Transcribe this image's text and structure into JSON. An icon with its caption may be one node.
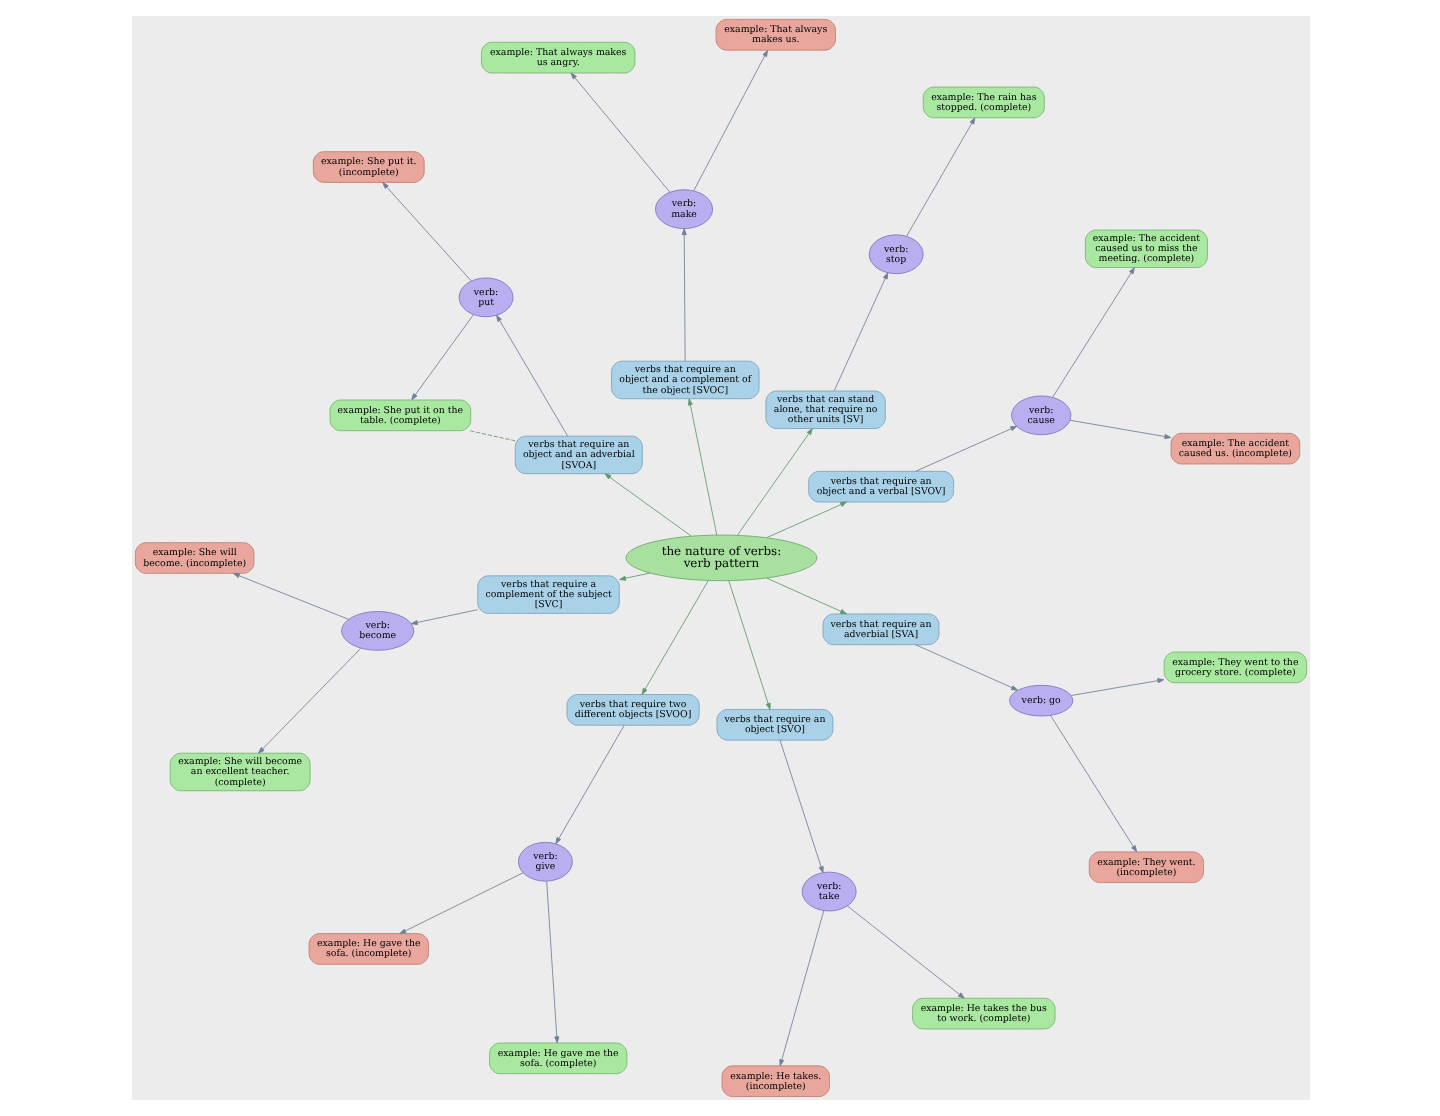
{
  "diagram": {
    "nodes": [
      {
        "text": [
          "the nature of verbs: verb pattern"
        ]
      },
      {
        "text": [
          "verbs that require an object and a verbal [SVOV]"
        ]
      },
      {
        "text": [
          "verb: cause"
        ]
      },
      {
        "text": [
          "example: The accident caused us. (incomplete)"
        ]
      },
      {
        "text": [
          "example: The accident caused us to miss the meeting. (complete)"
        ]
      },
      {
        "text": [
          "verbs that can stand alone, that require no other units [SV]"
        ]
      },
      {
        "text": [
          "verb: stop"
        ]
      },
      {
        "text": [
          "example: The rain has stopped. (complete)"
        ]
      },
      {
        "text": [
          "verbs that require an object and a complement of the object [SVOC]"
        ]
      },
      {
        "text": [
          "verb: make"
        ]
      },
      {
        "text": [
          "example: That always makes us."
        ]
      },
      {
        "text": [
          "example: That always makes us angry."
        ]
      },
      {
        "text": [
          "verbs that require an object and an adverbial [SVOA]"
        ]
      },
      {
        "text": [
          "verb: put"
        ]
      },
      {
        "text": [
          "example: She put it. (incomplete)"
        ]
      },
      {
        "text": [
          "example: She put it on the table. (complete)"
        ]
      },
      {
        "text": [
          "verbs that require a complement of the subject [SVC]"
        ]
      },
      {
        "text": [
          "verb: become"
        ]
      },
      {
        "text": [
          "example: She will become. (incomplete)"
        ]
      },
      {
        "text": [
          "example: She will become an excellent teacher. (complete)"
        ]
      },
      {
        "text": [
          "verbs that require two different objects [SVOO]"
        ]
      },
      {
        "text": [
          "verb: give"
        ]
      },
      {
        "text": [
          "example: He gave the sofa. (incomplete)"
        ]
      },
      {
        "text": [
          "example: He gave me the sofa. (complete)"
        ]
      },
      {
        "text": [
          "verbs that require an object [SVO]"
        ]
      },
      {
        "text": [
          "verb: take"
        ]
      },
      {
        "text": [
          "example: He takes. (incomplete)"
        ]
      },
      {
        "text": [
          "example: He takes the bus to work. (complete)"
        ]
      },
      {
        "text": [
          "verbs that require an adverbial [SVA]"
        ]
      },
      {
        "text": [
          "verb: go"
        ]
      },
      {
        "text": [
          "example: They went. (incomplete)"
        ]
      },
      {
        "text": [
          "example: They went to the grocery store. (complete)"
        ]
      }
    ],
    "edges": [
      {
        "from": 0,
        "to": 1,
        "arrow": "to",
        "color": "#5f9a6a"
      },
      {
        "from": 1,
        "to": 2,
        "arrow": "to"
      },
      {
        "from": 2,
        "to": 3,
        "arrow": "to"
      },
      {
        "from": 2,
        "to": 4,
        "arrow": "to"
      },
      {
        "from": 0,
        "to": 5,
        "arrow": "to",
        "color": "#5f9a6a"
      },
      {
        "from": 5,
        "to": 6,
        "arrow": "to"
      },
      {
        "from": 6,
        "to": 7,
        "arrow": "to"
      },
      {
        "from": 0,
        "to": 8,
        "arrow": "to",
        "color": "#5f9a6a"
      },
      {
        "from": 8,
        "to": 9,
        "arrow": "to"
      },
      {
        "from": 9,
        "to": 10,
        "arrow": "to"
      },
      {
        "from": 9,
        "to": 11,
        "arrow": "to"
      },
      {
        "from": 0,
        "to": 12,
        "arrow": "to",
        "color": "#5f9a6a"
      },
      {
        "from": 12,
        "to": 13,
        "arrow": "to"
      },
      {
        "from": 13,
        "to": 14,
        "arrow": "to"
      },
      {
        "from": 13,
        "to": 15,
        "arrow": "to"
      },
      {
        "from": 12,
        "to": 15,
        "arrow": "none",
        "style": "dashed",
        "color": "#5f9a6a"
      },
      {
        "from": 0,
        "to": 16,
        "arrow": "to",
        "color": "#5f9a6a"
      },
      {
        "from": 16,
        "to": 17,
        "arrow": "to"
      },
      {
        "from": 17,
        "to": 18,
        "arrow": "to"
      },
      {
        "from": 17,
        "to": 19,
        "arrow": "to"
      },
      {
        "from": 0,
        "to": 20,
        "arrow": "to",
        "color": "#5f9a6a"
      },
      {
        "from": 20,
        "to": 21,
        "arrow": "to"
      },
      {
        "from": 21,
        "to": 22,
        "arrow": "to"
      },
      {
        "from": 21,
        "to": 23,
        "arrow": "to"
      },
      {
        "from": 0,
        "to": 24,
        "arrow": "to",
        "color": "#5f9a6a"
      },
      {
        "from": 24,
        "to": 25,
        "arrow": "to"
      },
      {
        "from": 25,
        "to": 26,
        "arrow": "to"
      },
      {
        "from": 25,
        "to": 27,
        "arrow": "to"
      },
      {
        "from": 0,
        "to": 28,
        "arrow": "to",
        "color": "#5f9a6a"
      },
      {
        "from": 28,
        "to": 29,
        "arrow": "to"
      },
      {
        "from": 29,
        "to": 30,
        "arrow": "to"
      },
      {
        "from": 29,
        "to": 31,
        "arrow": "to"
      }
    ]
  }
}
